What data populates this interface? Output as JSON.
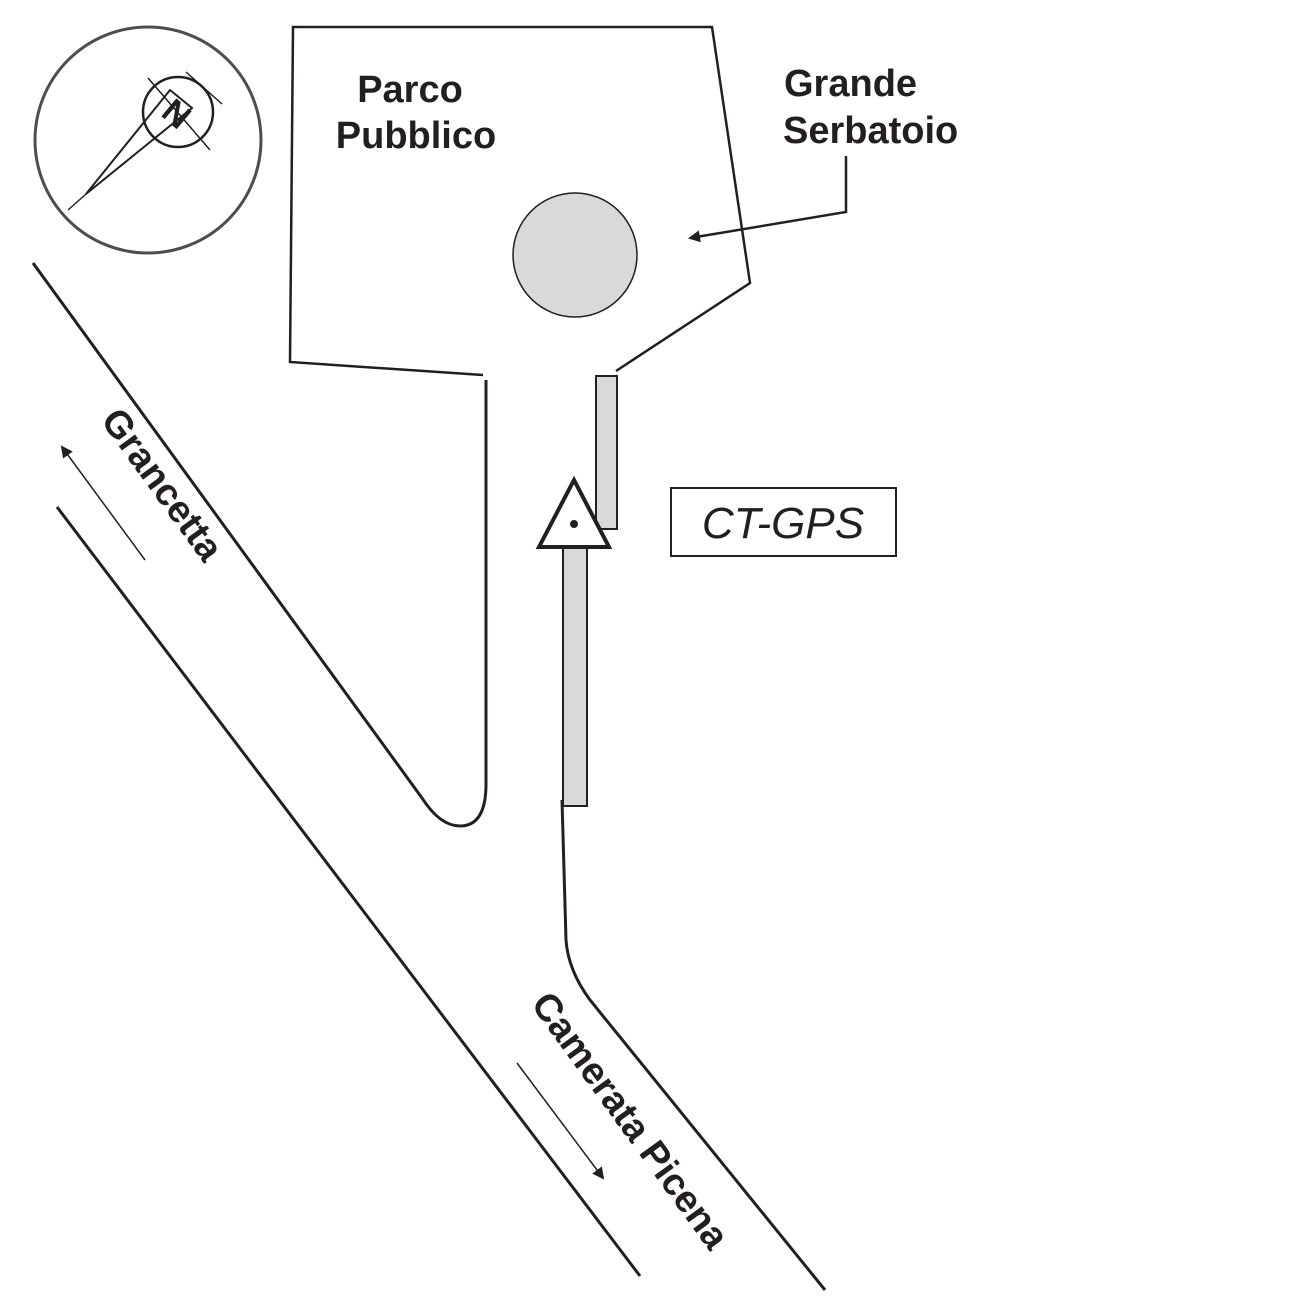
{
  "map": {
    "park_label_line1": "Parco",
    "park_label_line2": "Pubblico",
    "tank_label_line1": "Grande",
    "tank_label_line2": "Serbatoio",
    "station_label": "CT-GPS",
    "road_north_label": "Grancetta",
    "road_south_label": "Camerata Picena",
    "compass_label": "N"
  },
  "colors": {
    "line": "#231f20",
    "fill_gray": "#d9d9d9",
    "compass_ring": "#4d4d4d"
  },
  "icons": [
    "compass-icon",
    "station-triangle-icon",
    "arrow-icon"
  ]
}
